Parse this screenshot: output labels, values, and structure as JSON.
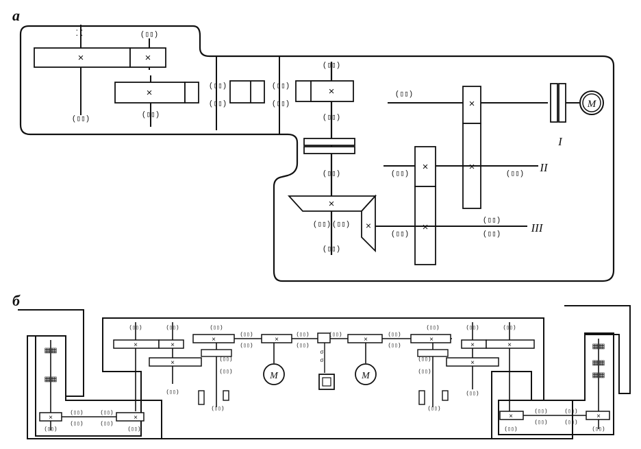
{
  "panels": {
    "a": {
      "label": "а",
      "shaft_labels": [
        "I",
        "II",
        "III"
      ],
      "motor_label": "M"
    },
    "b": {
      "label": "б",
      "motor_labels": [
        "M",
        "M"
      ]
    }
  },
  "glyphs": {
    "bearing": "(▯▯)",
    "gear_center": "×"
  }
}
